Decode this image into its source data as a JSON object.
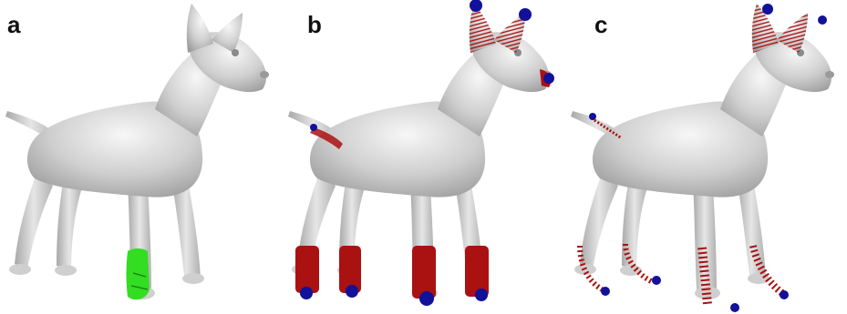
{
  "panels": [
    {
      "label": "a"
    },
    {
      "label": "b"
    },
    {
      "label": "c"
    }
  ],
  "colors": {
    "mesh_light": "#f2f2f2",
    "mesh_shade": "#a9a9a9",
    "segment_green": "#33dd22",
    "curve_red": "#aa1111",
    "endpoint_blue": "#111199"
  }
}
